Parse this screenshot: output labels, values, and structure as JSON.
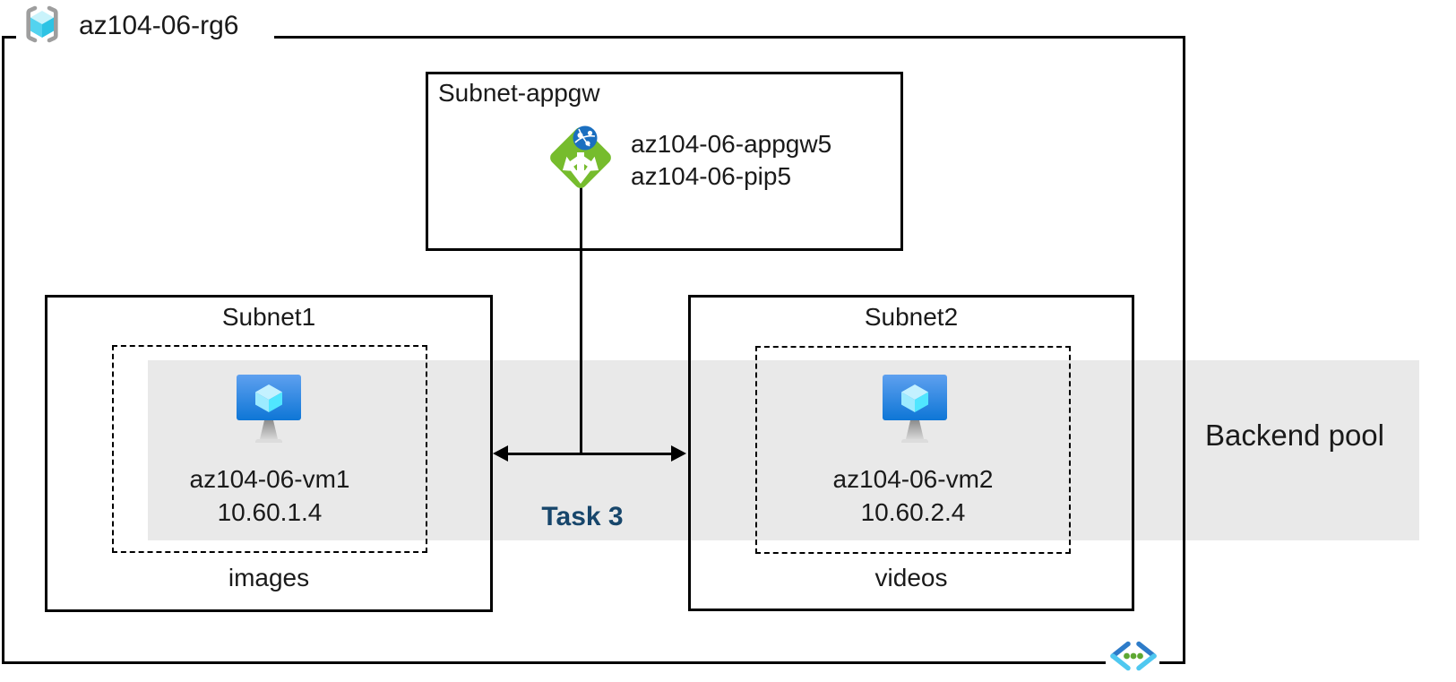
{
  "resource_group": {
    "name": "az104-06-rg6"
  },
  "gateway_subnet": {
    "label": "Subnet-appgw",
    "gateway_name": "az104-06-appgw5",
    "public_ip_name": "az104-06-pip5"
  },
  "subnets": {
    "subnet1": {
      "label": "Subnet1",
      "vm_name": "az104-06-vm1",
      "vm_ip": "10.60.1.4",
      "caption": "images"
    },
    "subnet2": {
      "label": "Subnet2",
      "vm_name": "az104-06-vm2",
      "vm_ip": "10.60.2.4",
      "caption": "videos"
    }
  },
  "backend_pool": {
    "label": "Backend pool"
  },
  "task": {
    "label": "Task 3"
  },
  "icons": {
    "resource_group": "resource-group-icon",
    "application_gateway": "application-gateway-icon",
    "virtual_machine": "virtual-machine-icon",
    "virtual_network": "virtual-network-icon"
  },
  "colors": {
    "background": "#FFFFFF",
    "border": "#000000",
    "backend_pool_band": "#E9E9E9",
    "task_label": "#17466B",
    "gateway_green": "#76BC2D",
    "gateway_globe_blue": "#1B6FC0",
    "vm_screen_top": "#5EA0EF",
    "vm_screen_bottom": "#0E76D6",
    "cube_cyan": "#50E6FF",
    "rg_bracket_gray": "#9E9E9E",
    "vnet_dark_blue": "#2E7CC9",
    "vnet_light_cyan": "#4FC8F0",
    "vnet_dot_green": "#5DA832"
  }
}
